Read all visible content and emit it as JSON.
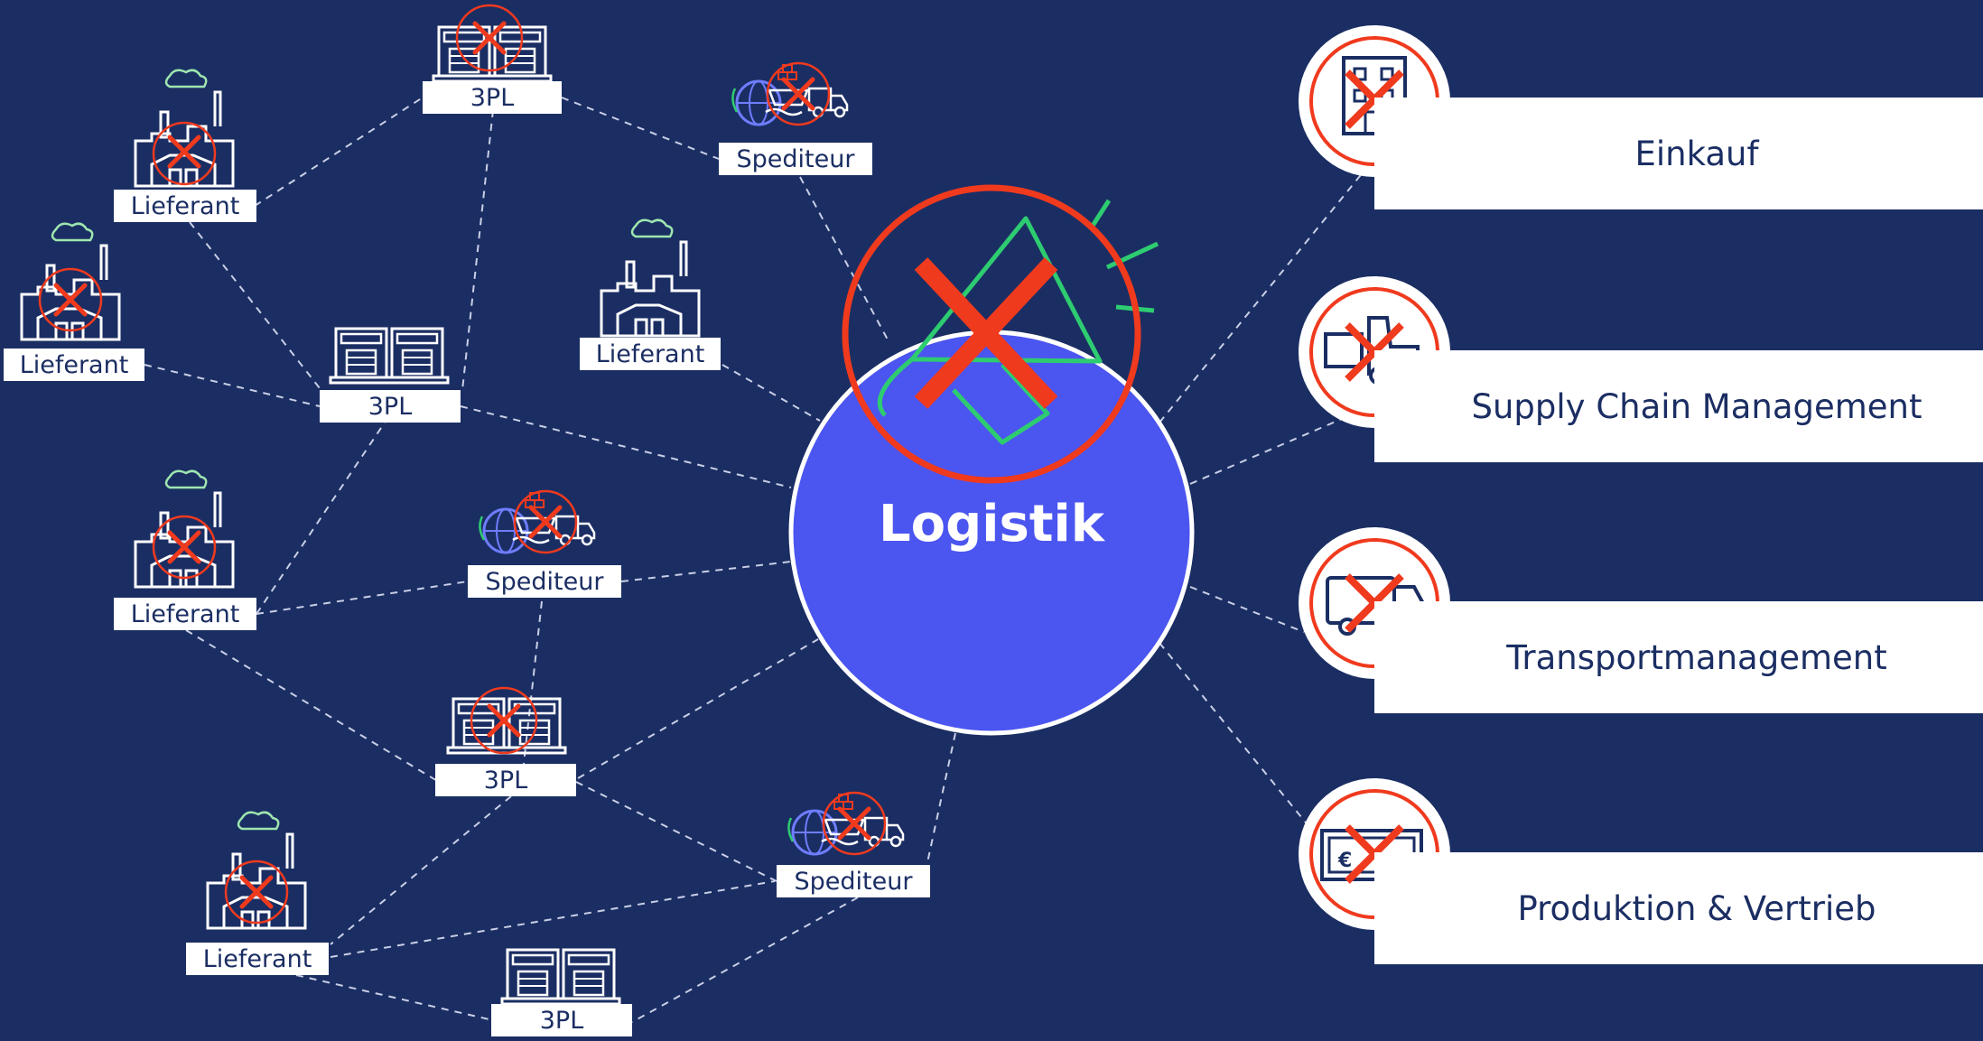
{
  "hub": {
    "title": "Logistik"
  },
  "network": {
    "supplier_label": "Lieferant",
    "tpl_label": "3PL",
    "forwarder_label": "Spediteur",
    "supplier_label_1": "Lieferant",
    "supplier_label_2": "Lieferant",
    "supplier_label_3": "Lieferant",
    "supplier_label_4": "Lieferant",
    "supplier_label_5": "Lieferant",
    "tpl_label_1": "3PL",
    "tpl_label_2": "3PL",
    "tpl_label_3": "3PL",
    "tpl_label_4": "3PL",
    "forwarder_label_1": "Spediteur",
    "forwarder_label_2": "Spediteur",
    "forwarder_label_3": "Spediteur"
  },
  "departments": [
    {
      "label": "Einkauf",
      "icon": "office-building-icon"
    },
    {
      "label": "Supply Chain Management",
      "icon": "forklift-icon"
    },
    {
      "label": "Transportmanagement",
      "icon": "delivery-truck-icon"
    },
    {
      "label": "Produktion & Vertrieb",
      "icon": "euro-banknote-icon"
    }
  ],
  "colors": {
    "background": "#1b2e63",
    "hub_fill": "#4b55f0",
    "cross": "#f03a1e",
    "megaphone": "#2ecc71",
    "label_bg": "#ffffff"
  }
}
